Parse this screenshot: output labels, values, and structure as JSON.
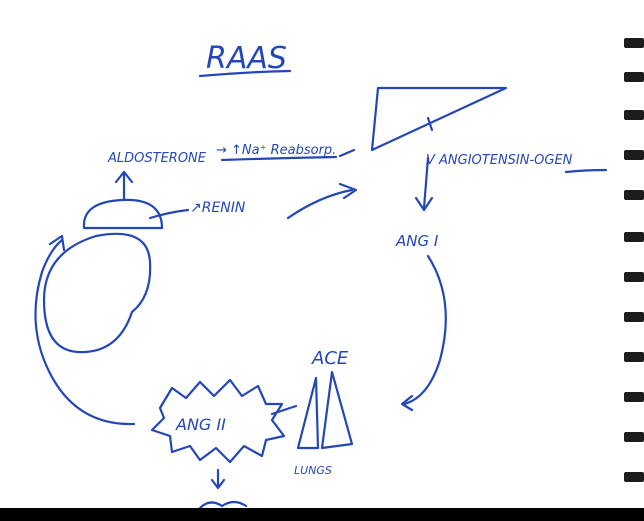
{
  "diagram": {
    "title": "RAAS",
    "labels": {
      "aldosterone": "ALDOSTERONE",
      "aldosterone_effect": "→ ↑Na⁺ Reabsorp.",
      "renin": "↗RENIN",
      "angiotensinogen": "V ANGIOTENSIN-OGEN",
      "ang1": "ANG I",
      "ace": "ACE",
      "ang2": "ANG II",
      "lungs": "LUNGS"
    }
  },
  "colors": {
    "ink": "#2447b8",
    "paper": "#ffffff",
    "binding": "#1c1c1c"
  },
  "icons": {
    "binding": "spiral-binding-icon",
    "liver": "liver-icon",
    "kidney": "kidney-icon",
    "adrenal": "adrenal-gland-icon",
    "lungs": "lungs-icon",
    "burst": "burst-icon"
  }
}
